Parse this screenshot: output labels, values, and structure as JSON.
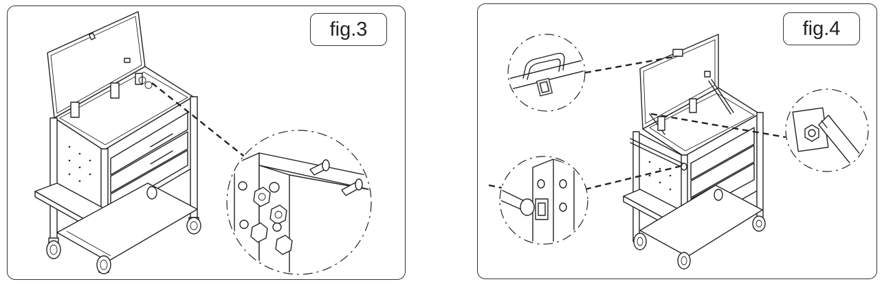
{
  "figures": [
    {
      "id": "fig3",
      "label": "fig.3"
    },
    {
      "id": "fig4",
      "label": "fig.4"
    }
  ],
  "colors": {
    "line": "#222222",
    "border": "#333333",
    "background": "#ffffff",
    "fill_light": "#e6e6e6"
  },
  "icons": [
    "tool-cart-drawing",
    "detail-magnifier-circle",
    "bolt-nut-detail",
    "handle-detail",
    "gas-strut-detail",
    "side-handle-detail"
  ]
}
